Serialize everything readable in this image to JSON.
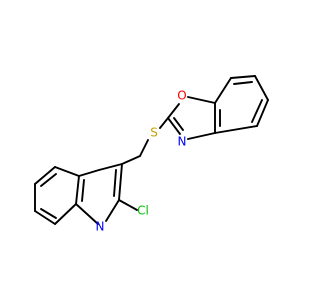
{
  "molecule": {
    "atoms": {
      "oxygen": {
        "label": "O",
        "color": "#ff0000"
      },
      "nitrogen_oxazole": {
        "label": "N",
        "color": "#0000ff"
      },
      "sulfur": {
        "label": "S",
        "color": "#c8a000"
      },
      "nitrogen_quinoline": {
        "label": "N",
        "color": "#0000ff"
      },
      "chlorine": {
        "label": "Cl",
        "color": "#00c000"
      }
    }
  }
}
